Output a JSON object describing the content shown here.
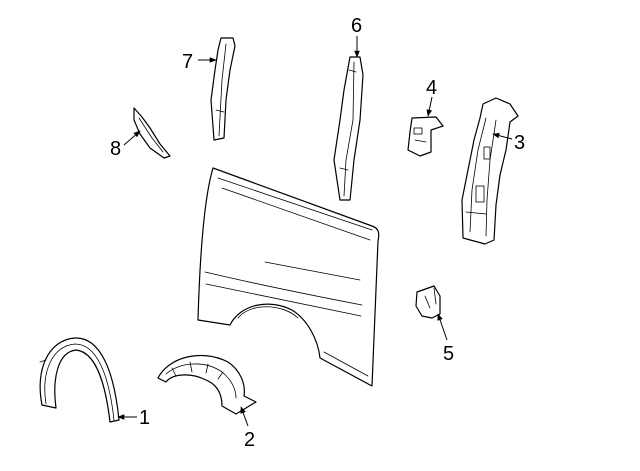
{
  "callouts": [
    {
      "part": "wheel-opening-molding",
      "number": "1"
    },
    {
      "part": "wheelhouse-liner",
      "number": "2"
    },
    {
      "part": "lock-pillar",
      "number": "3"
    },
    {
      "part": "bracket-upper",
      "number": "4"
    },
    {
      "part": "bracket-lower",
      "number": "5"
    },
    {
      "part": "center-pillar",
      "number": "6"
    },
    {
      "part": "rear-pillar",
      "number": "7"
    },
    {
      "part": "filler-bracket",
      "number": "8"
    }
  ]
}
